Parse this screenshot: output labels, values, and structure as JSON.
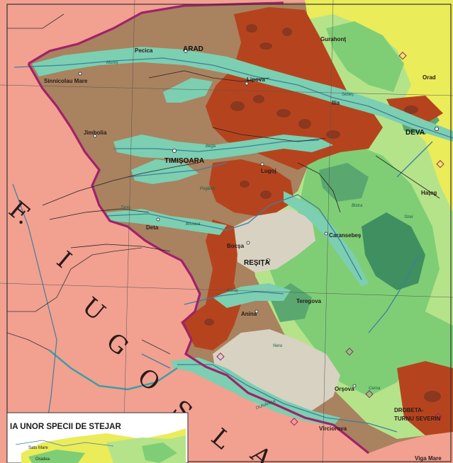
{
  "colors": {
    "yugoslavia": "#f2a090",
    "lowland_brown": "#a9825f",
    "floodplain_teal": "#7ccfb0",
    "oak_red": "#b5441e",
    "oak_dark": "#8a3820",
    "beech_green": "#7fce76",
    "mixed_lightgreen": "#b5e38a",
    "yellow_zone": "#eaec5a",
    "mountain_darkgreen": "#3f8f60",
    "alpine_grey": "#d8d2c2",
    "border": "#a0226a",
    "river": "#3d7f9e",
    "grid": "#555555",
    "inset_bg": "#ffffff"
  },
  "cities": [
    {
      "name": "ARAD",
      "major": true
    },
    {
      "name": "Pecica"
    },
    {
      "name": "Sinnicolau Mare"
    },
    {
      "name": "Lipova"
    },
    {
      "name": "Jimbolia"
    },
    {
      "name": "TIMIŞOARA",
      "major": true
    },
    {
      "name": "Lugoj"
    },
    {
      "name": "Deta"
    },
    {
      "name": "Bocşa"
    },
    {
      "name": "REŞIŢA",
      "major": true
    },
    {
      "name": "Caransebeş"
    },
    {
      "name": "Anina"
    },
    {
      "name": "Teregova"
    },
    {
      "name": "Orşova"
    },
    {
      "name": "DEVA",
      "major": true
    },
    {
      "name": "Orad"
    },
    {
      "name": "Haţeg"
    },
    {
      "name": "Gurahonţ"
    },
    {
      "name": "Ilia"
    },
    {
      "name": "DROBETA-"
    },
    {
      "name": "TURNU SEVERIN"
    },
    {
      "name": "Vîrciorova"
    },
    {
      "name": "Viga Mare"
    }
  ],
  "rivers": [
    {
      "name": "Mureş"
    },
    {
      "name": "Bega"
    },
    {
      "name": "Timiş"
    },
    {
      "name": "Bîrzava"
    },
    {
      "name": "Caraş"
    },
    {
      "name": "Nera"
    },
    {
      "name": "Cerna"
    },
    {
      "name": "Strei"
    },
    {
      "name": "Sebeş"
    },
    {
      "name": "Bistra"
    },
    {
      "name": "Pogăniş"
    },
    {
      "name": "DUNĂREA"
    }
  ],
  "country_letters": [
    "F.",
    "I",
    "U",
    "G",
    "O",
    "S",
    "L",
    "A"
  ],
  "inset": {
    "title": "IA UNOR SPECII DE STEJAR",
    "labels": [
      "Satu Mare",
      "Oradea"
    ]
  }
}
